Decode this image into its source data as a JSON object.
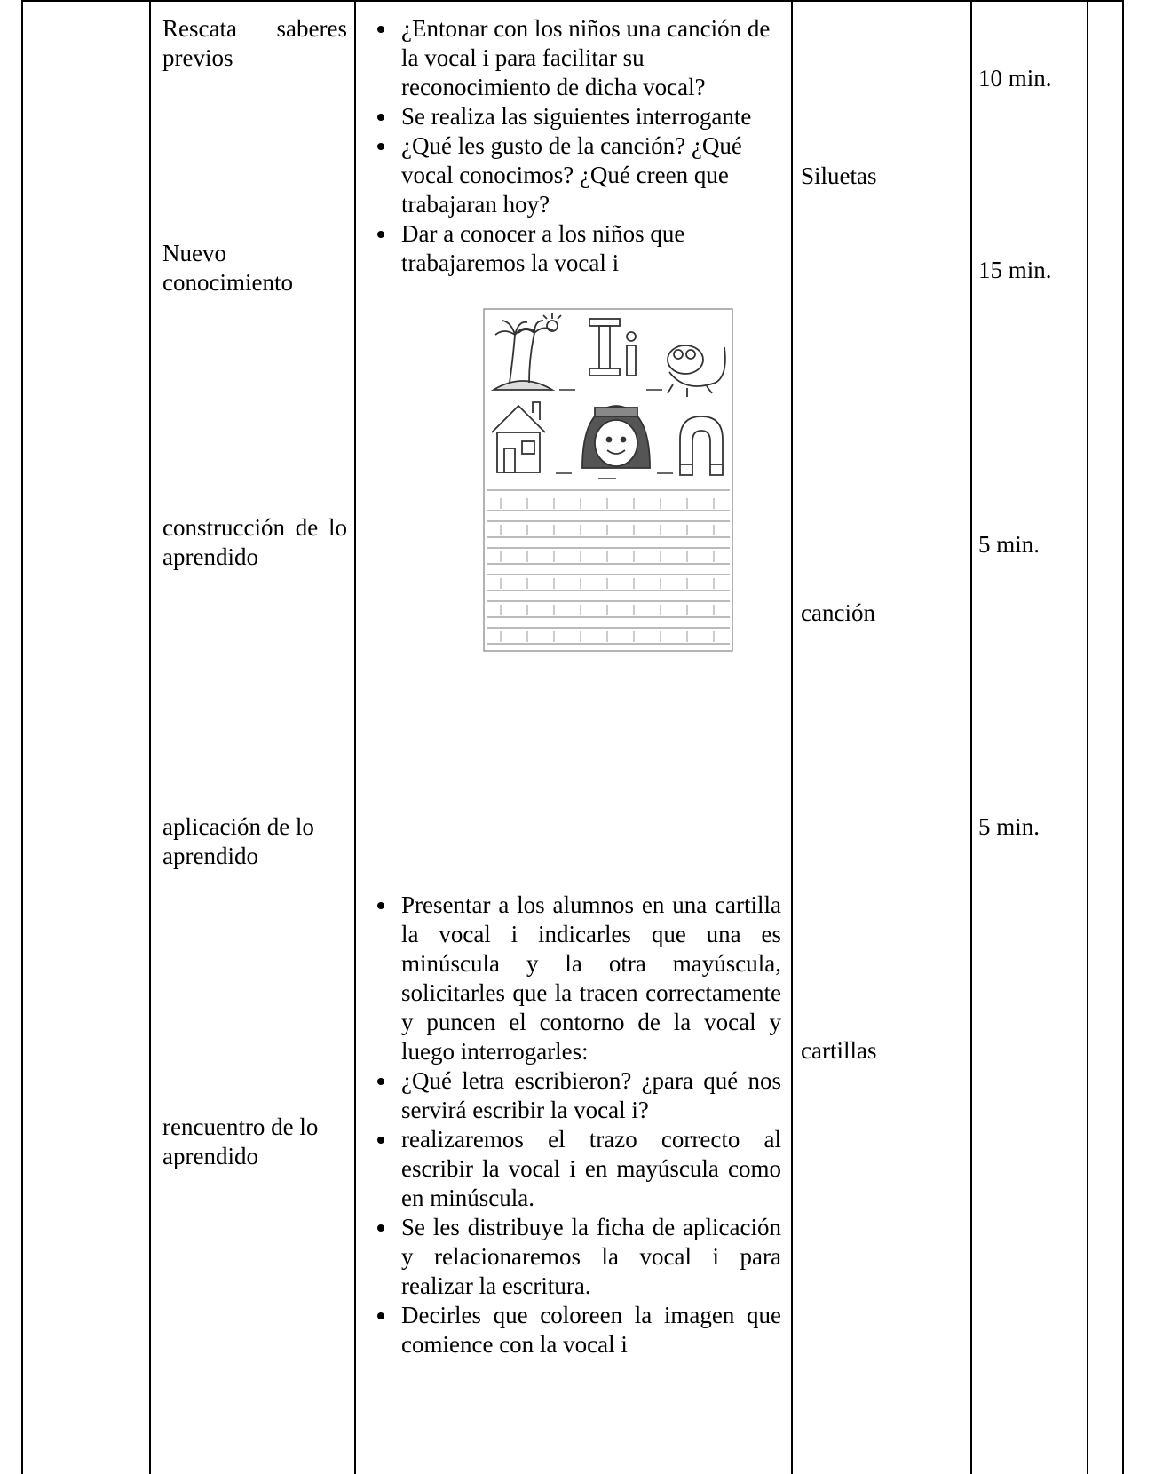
{
  "phases": [
    {
      "label": "Rescata saberes previos"
    },
    {
      "label": "Nuevo conocimiento"
    },
    {
      "label": "construcción de lo aprendido"
    },
    {
      "label": "aplicación de lo aprendido"
    },
    {
      "label": "rencuentro de lo aprendido"
    }
  ],
  "strategies_top": [
    "¿Entonar con los niños una canción de la vocal i para facilitar su reconocimiento de dicha vocal?",
    "Se realiza las siguientes interrogante",
    "¿Qué les gusto de la canción? ¿Qué vocal conocimos? ¿Qué creen que trabajaran hoy?",
    "Dar a conocer a los niños que trabajaremos la vocal i"
  ],
  "strategies_bottom": [
    "Presentar a los alumnos en una cartilla la vocal i indicarles que una es minúscula y la otra mayúscula, solicitarles que la tracen correctamente y puncen el contorno de la vocal y luego interrogarles:",
    "¿Qué letra escribieron? ¿para qué nos servirá escribir la vocal i?",
    "realizaremos el trazo correcto al escribir la vocal i en mayúscula como en minúscula.",
    "Se les distribuye la ficha de aplicación y relacionaremos la vocal i para realizar la escritura.",
    "Decirles que coloreen la imagen que comience con la vocal i"
  ],
  "resources": [
    "Siluetas",
    "canción",
    "cartillas"
  ],
  "times": [
    "10 min.",
    "15 min.",
    "5 min.",
    "5 min."
  ],
  "worksheet": {
    "letters": "Ii"
  }
}
